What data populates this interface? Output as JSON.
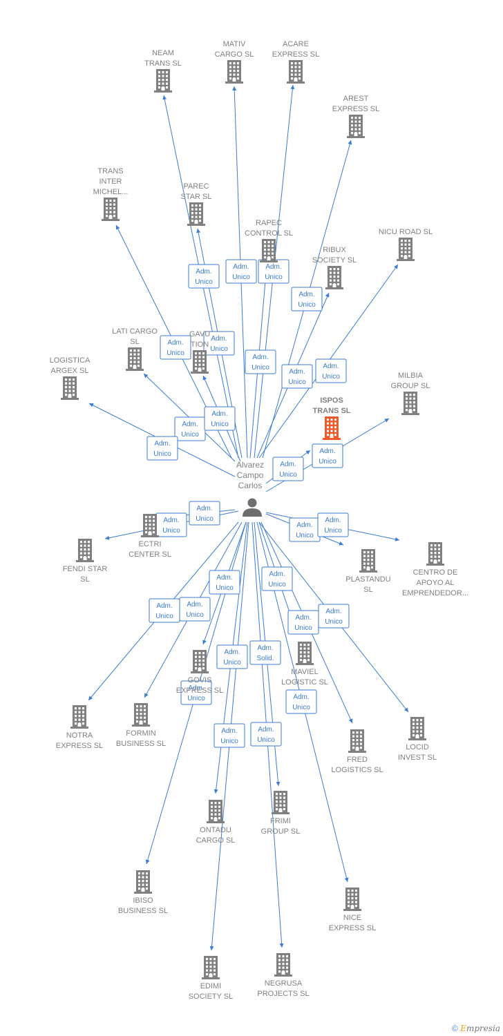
{
  "colors": {
    "edge": "#3a7bd5",
    "node": "#808080",
    "highlight": "#f05a28"
  },
  "person": {
    "lines": [
      "Alvarez",
      "Campo",
      "Carlos"
    ],
    "icon": "person-icon"
  },
  "companies": [
    {
      "id": "neam",
      "lines": [
        "NEAM",
        "TRANS  SL"
      ],
      "icon": "building-icon"
    },
    {
      "id": "mativ",
      "lines": [
        "MATIV",
        "CARGO  SL"
      ],
      "icon": "building-icon"
    },
    {
      "id": "acare",
      "lines": [
        "ACARE",
        "EXPRESS  SL"
      ],
      "icon": "building-icon"
    },
    {
      "id": "arest",
      "lines": [
        "AREST",
        "EXPRESS  SL"
      ],
      "icon": "building-icon"
    },
    {
      "id": "trans_inter",
      "lines": [
        "TRANS",
        "INTER",
        "MICHEL..."
      ],
      "icon": "building-icon"
    },
    {
      "id": "parec",
      "lines": [
        "PAREC",
        "STAR  SL"
      ],
      "icon": "building-icon"
    },
    {
      "id": "rapec",
      "lines": [
        "RAPEC",
        "CONTROL  SL"
      ],
      "icon": "building-icon"
    },
    {
      "id": "nicu",
      "lines": [
        "NICU ROAD  SL"
      ],
      "icon": "building-icon"
    },
    {
      "id": "ribux",
      "lines": [
        "RIBUX",
        "SOCIETY  SL"
      ],
      "icon": "building-icon"
    },
    {
      "id": "lati",
      "lines": [
        "LATI CARGO",
        "SL"
      ],
      "icon": "building-icon"
    },
    {
      "id": "gavu",
      "lines": [
        "GAVU",
        "TION"
      ],
      "icon": "building-icon"
    },
    {
      "id": "logistica",
      "lines": [
        "LOGISTICA",
        "ARGEX  SL"
      ],
      "icon": "building-icon"
    },
    {
      "id": "milbia",
      "lines": [
        "MILBIA",
        "GROUP  SL"
      ],
      "icon": "building-icon"
    },
    {
      "id": "ispos",
      "lines": [
        "ISPOS",
        "TRANS  SL"
      ],
      "icon": "building-icon",
      "main": true
    },
    {
      "id": "ectri",
      "lines": [
        "ECTRI",
        "CENTER  SL"
      ],
      "icon": "building-icon"
    },
    {
      "id": "fendi",
      "lines": [
        "FENDI STAR",
        "SL"
      ],
      "icon": "building-icon"
    },
    {
      "id": "plastandu",
      "lines": [
        "PLASTANDU",
        "SL"
      ],
      "icon": "building-icon"
    },
    {
      "id": "centro",
      "lines": [
        "CENTRO DE",
        "APOYO AL",
        "EMPRENDEDOR..."
      ],
      "icon": "building-icon"
    },
    {
      "id": "govis",
      "lines": [
        "GOVIS",
        "EXPRESS  SL"
      ],
      "icon": "building-icon"
    },
    {
      "id": "maviel",
      "lines": [
        "MAVIEL",
        "LOGISTIC  SL"
      ],
      "icon": "building-icon"
    },
    {
      "id": "notra",
      "lines": [
        "NOTRA",
        "EXPRESS  SL"
      ],
      "icon": "building-icon"
    },
    {
      "id": "formin",
      "lines": [
        "FORMIN",
        "BUSINESS  SL"
      ],
      "icon": "building-icon"
    },
    {
      "id": "fred",
      "lines": [
        "FRED",
        "LOGISTICS  SL"
      ],
      "icon": "building-icon"
    },
    {
      "id": "locid",
      "lines": [
        "LOCID",
        "INVEST  SL"
      ],
      "icon": "building-icon"
    },
    {
      "id": "ontadu",
      "lines": [
        "ONTADU",
        "CARGO  SL"
      ],
      "icon": "building-icon"
    },
    {
      "id": "frimi",
      "lines": [
        "FRIMI",
        "GROUP  SL"
      ],
      "icon": "building-icon"
    },
    {
      "id": "ibiso",
      "lines": [
        "IBISO",
        "BUSINESS  SL"
      ],
      "icon": "building-icon"
    },
    {
      "id": "nice",
      "lines": [
        "NICE",
        "EXPRESS  SL"
      ],
      "icon": "building-icon"
    },
    {
      "id": "edimi",
      "lines": [
        "EDIMI",
        "SOCIETY  SL"
      ],
      "icon": "building-icon"
    },
    {
      "id": "negrusa",
      "lines": [
        "NEGRUSA",
        "PROJECTS  SL"
      ],
      "icon": "building-icon"
    }
  ],
  "relations": [
    {
      "target": "neam",
      "role": [
        "Adm.",
        "Unico"
      ]
    },
    {
      "target": "mativ",
      "role": [
        "Adm.",
        "Unico"
      ]
    },
    {
      "target": "acare",
      "role": [
        "Adm.",
        "Unico"
      ]
    },
    {
      "target": "arest",
      "role": [
        "Adm.",
        "Unico"
      ]
    },
    {
      "target": "trans_inter",
      "role": [
        "Adm.",
        "Unico"
      ]
    },
    {
      "target": "parec",
      "role": [
        "Adm.",
        "Unico"
      ]
    },
    {
      "target": "rapec",
      "role": [
        "Adm.",
        "Unico"
      ]
    },
    {
      "target": "nicu",
      "role": [
        "Adm.",
        "Unico"
      ]
    },
    {
      "target": "ribux",
      "role": [
        "Adm.",
        "Unico"
      ]
    },
    {
      "target": "lati",
      "role": [
        "Adm.",
        "Unico"
      ]
    },
    {
      "target": "gavu",
      "role": [
        "Adm.",
        "Unico"
      ]
    },
    {
      "target": "logistica",
      "role": [
        "Adm.",
        "Unico"
      ]
    },
    {
      "target": "milbia",
      "role": [
        "Adm.",
        "Unico"
      ]
    },
    {
      "target": "ispos",
      "role": [
        "Adm.",
        "Unico"
      ]
    },
    {
      "target": "ectri",
      "role": [
        "Adm.",
        "Unico"
      ]
    },
    {
      "target": "fendi",
      "role": [
        "Adm.",
        "Unico"
      ]
    },
    {
      "target": "plastandu",
      "role": [
        "Adm.",
        "Unico"
      ]
    },
    {
      "target": "centro",
      "role": [
        "Adm.",
        "Unico"
      ]
    },
    {
      "target": "govis",
      "role": [
        "Adm.",
        "Unico"
      ]
    },
    {
      "target": "maviel",
      "role": [
        "Adm.",
        "Unico"
      ]
    },
    {
      "target": "notra",
      "role": [
        "Adm.",
        "Unico"
      ]
    },
    {
      "target": "formin",
      "role": [
        "Adm.",
        "Unico"
      ]
    },
    {
      "target": "fred",
      "role": [
        "Adm.",
        "Unico"
      ]
    },
    {
      "target": "locid",
      "role": [
        "Adm.",
        "Unico"
      ]
    },
    {
      "target": "ontadu",
      "role": [
        "Adm.",
        "Unico"
      ]
    },
    {
      "target": "frimi",
      "role": [
        "Adm.",
        "Solid."
      ]
    },
    {
      "target": "ibiso",
      "role": [
        "Adm.",
        "Unico"
      ]
    },
    {
      "target": "nice",
      "role": [
        "Adm.",
        "Unico"
      ]
    },
    {
      "target": "edimi",
      "role": [
        "Adm.",
        "Unico"
      ]
    },
    {
      "target": "negrusa",
      "role": [
        "Adm.",
        "Unico"
      ]
    }
  ],
  "footer": {
    "copyright": "©",
    "brand_first": "E",
    "brand_rest": "mpresia"
  }
}
